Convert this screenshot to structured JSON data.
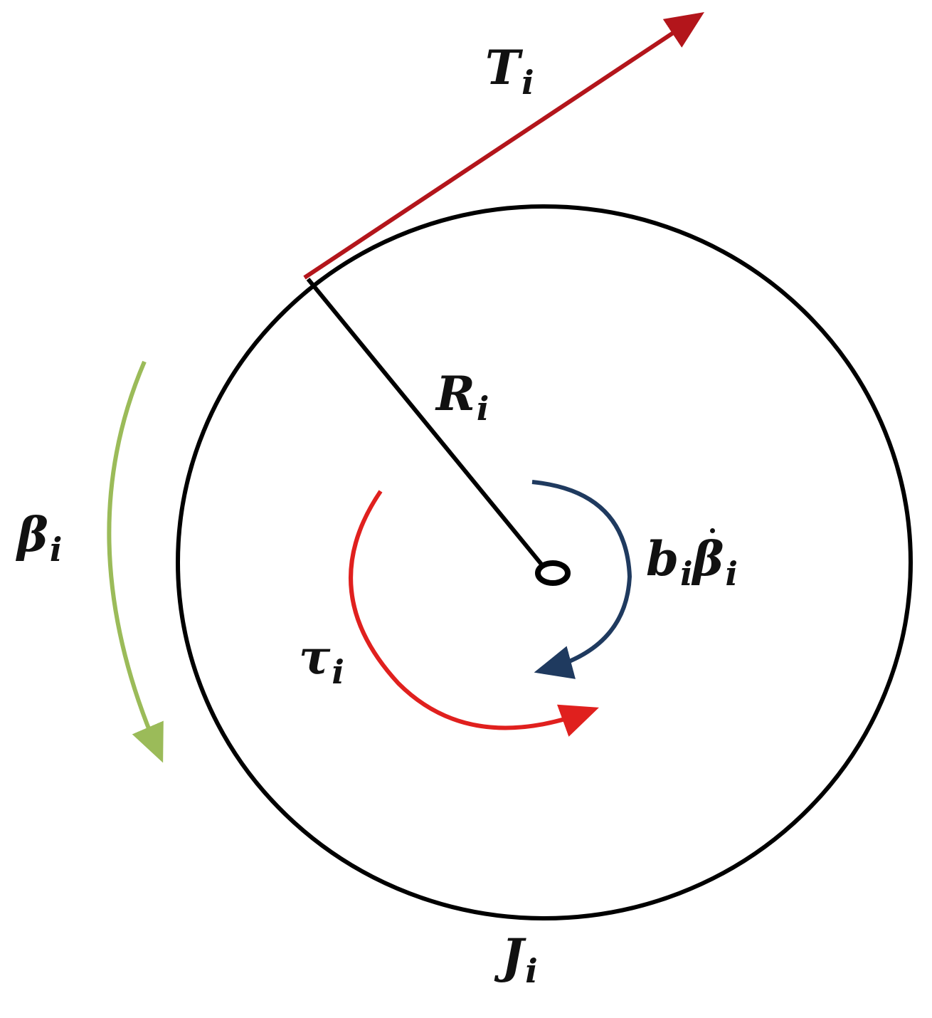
{
  "diagram": {
    "type": "rotational-pulley-free-body",
    "colors": {
      "circle": "#000000",
      "radius_line": "#000000",
      "tension_arrow": "#b3151b",
      "torque_arrow": "#e0201e",
      "damping_arrow": "#1f3a5f",
      "angle_arrow": "#9bbb59"
    },
    "labels": {
      "tension": {
        "symbol": "T",
        "subscript": "i"
      },
      "radius": {
        "symbol": "R",
        "subscript": "i"
      },
      "angle": {
        "symbol": "β",
        "subscript": "i"
      },
      "torque": {
        "symbol": "τ",
        "subscript": "i"
      },
      "damping_coeff": {
        "symbol": "b",
        "subscript": "i"
      },
      "damping_rate": {
        "symbol": "β",
        "subscript": "i"
      },
      "inertia": {
        "symbol": "J",
        "subscript": "i"
      }
    }
  }
}
